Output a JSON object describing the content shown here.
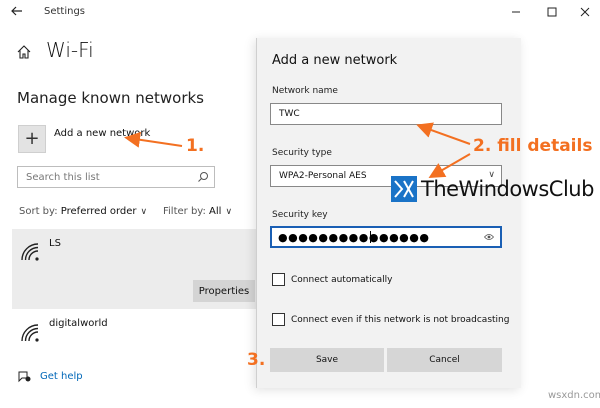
{
  "window": {
    "title": "Settings"
  },
  "page": {
    "title": "Wi-Fi",
    "section_title": "Manage known networks",
    "add_network_label": "Add a new network",
    "search_placeholder": "Search this list",
    "sort_label": "Sort by:",
    "sort_value": "Preferred order",
    "filter_label": "Filter by:",
    "filter_value": "All",
    "networks": [
      {
        "name": "LS",
        "properties_label": "Properties"
      },
      {
        "name": "digitalworld"
      }
    ],
    "help_link": "Get help"
  },
  "dialog": {
    "title": "Add a new network",
    "network_name_label": "Network name",
    "network_name_value": "TWC",
    "security_type_label": "Security type",
    "security_type_value": "WPA2-Personal AES",
    "security_key_label": "Security key",
    "security_key_value": "●●●●●●●●●●●●●●●",
    "connect_auto_label": "Connect automatically",
    "connect_auto_checked": false,
    "connect_broadcast_label": "Connect even if this network is not broadcasting",
    "connect_broadcast_checked": false,
    "save_label": "Save",
    "cancel_label": "Cancel"
  },
  "annotations": {
    "step1": "1.",
    "step2": "2. fill details",
    "step3": "3.",
    "color": "#f37021"
  },
  "watermark": {
    "brand": "TheWindowsClub",
    "site": "wsxdn.com"
  }
}
